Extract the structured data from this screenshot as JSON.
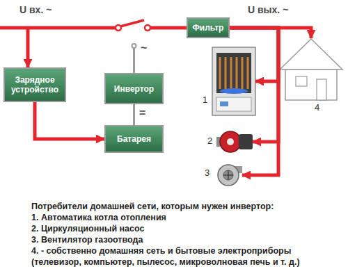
{
  "diagram": {
    "caption": "Потребители домашней сети, которым нужен инвертор:",
    "nodes": [
      {
        "text": [
          "Фильтр"
        ]
      },
      {
        "text": [
          "Зарядное устройство"
        ]
      },
      {
        "text": [
          "Инвертор"
        ]
      },
      {
        "text": [
          "Батарея"
        ]
      },
      {
        "text": [
          "1"
        ]
      },
      {
        "text": [
          "2"
        ]
      },
      {
        "text": [
          "3"
        ]
      },
      {
        "text": [
          "4"
        ]
      }
    ],
    "edges": [
      {
        "from": 1,
        "to": 3,
        "arrow": "to"
      },
      {
        "from": 2,
        "to": 3,
        "arrow": "none"
      },
      {
        "from": 0,
        "to": 7,
        "arrow": "to"
      },
      {
        "from": 0,
        "to": 4,
        "arrow": "to"
      },
      {
        "from": 0,
        "to": 5,
        "arrow": "to"
      },
      {
        "from": 0,
        "to": 6,
        "arrow": "to"
      }
    ],
    "labels": [
      "U вх. ~",
      "U вых. ~",
      "~",
      "=",
      "1. Автоматика котла отопления",
      "2. Циркуляционный насос",
      "3. Вентилятор газоотвода",
      "4. - собственно домашняя сеть и бытовые электроприборы (телевизор, компьютер, пылесос, микроволновая печь и т. д.)"
    ]
  }
}
